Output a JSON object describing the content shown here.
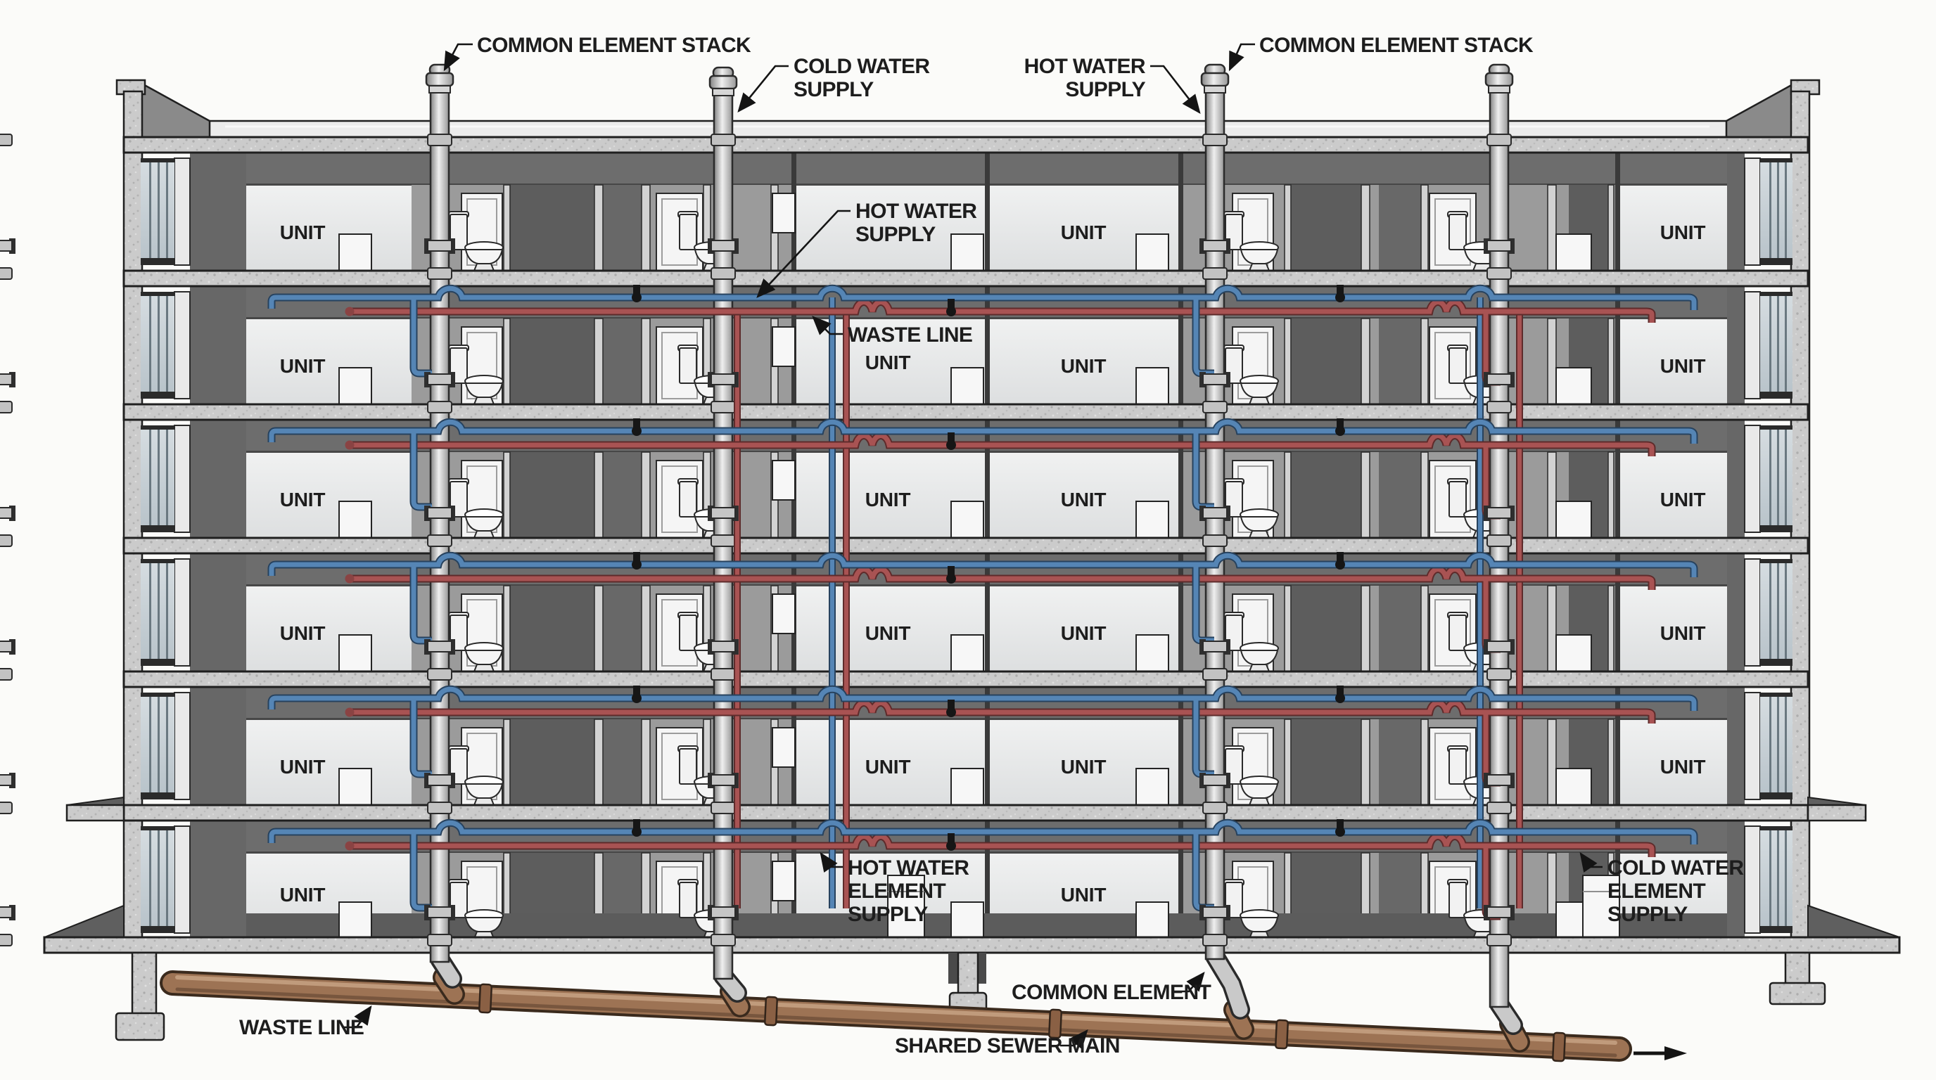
{
  "diagram": {
    "type": "building-plumbing-cross-section",
    "floors_shown": 6,
    "labels": {
      "common_element_stack_left": "COMMON ELEMENT STACK",
      "cold_water_supply": [
        "COLD WATER",
        "SUPPLY"
      ],
      "hot_water_supply_top": [
        "HOT WATER",
        "SUPPLY"
      ],
      "common_element_stack_right": "COMMON ELEMENT STACK",
      "hot_water_supply_interior": [
        "HOT WATER",
        "SUPPLY"
      ],
      "waste_line_interior": "WASTE LINE",
      "hot_water_element_supply": [
        "HOT WATER",
        "ELEMENT",
        "SUPPLY"
      ],
      "cold_water_element_supply": [
        "COLD WATER",
        "ELEMENT",
        "SUPPLY"
      ],
      "common_element": "COMMON ELEMENT",
      "shared_sewer_main": "SHARED SEWER MAIN",
      "waste_line_exterior": "WASTE LINE",
      "unit": "UNIT"
    },
    "colors": {
      "cold_water_pipe": "#4a7fb0",
      "hot_water_pipe": "#a35252",
      "sewer_waste_pipe": "#9d7354",
      "concrete": "#c9c9c9",
      "structure_dark": "#6a6a6a",
      "label_text": "#1d1d1d"
    }
  }
}
